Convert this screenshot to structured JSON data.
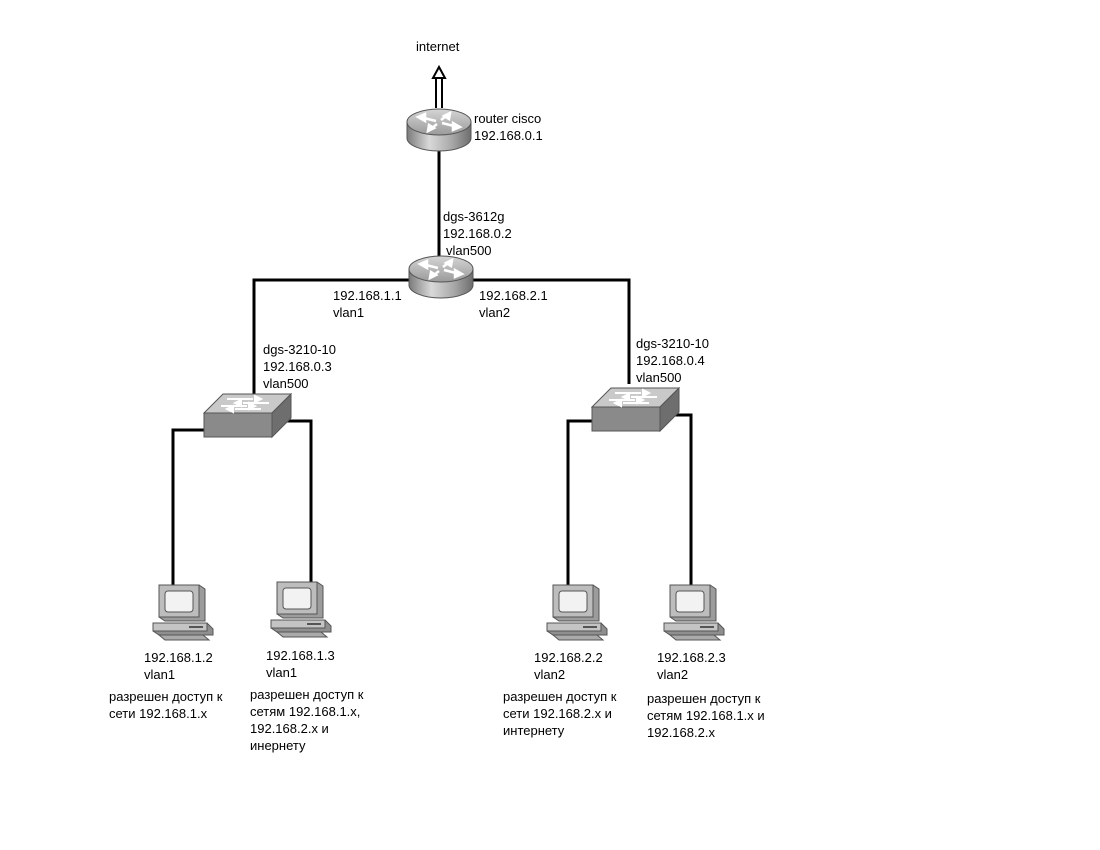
{
  "internet_label": "internet",
  "router": {
    "name": "router cisco",
    "ip": "192.168.0.1"
  },
  "core_switch": {
    "name": "dgs-3612g",
    "ip": "192.168.0.2",
    "vlan": "vlan500",
    "left_port": {
      "ip": "192.168.1.1",
      "vlan": "vlan1"
    },
    "right_port": {
      "ip": "192.168.2.1",
      "vlan": "vlan2"
    }
  },
  "switches": [
    {
      "name": "dgs-3210-10",
      "ip": "192.168.0.3",
      "vlan": "vlan500"
    },
    {
      "name": "dgs-3210-10",
      "ip": "192.168.0.4",
      "vlan": "vlan500"
    }
  ],
  "hosts": [
    {
      "ip": "192.168.1.2",
      "vlan": "vlan1",
      "note": [
        "разрешен доступ к",
        "сети 192.168.1.х"
      ]
    },
    {
      "ip": "192.168.1.3",
      "vlan": "vlan1",
      "note": [
        "разрешен доступ к",
        "сетям 192.168.1.х,",
        "192.168.2.х и",
        "инернету"
      ]
    },
    {
      "ip": "192.168.2.2",
      "vlan": "vlan2",
      "note": [
        "разрешен доступ к",
        "сети 192.168.2.х и",
        "интернету"
      ]
    },
    {
      "ip": "192.168.2.3",
      "vlan": "vlan2",
      "note": [
        "разрешен доступ к",
        "сетям 192.168.1.х и",
        "192.168.2.х"
      ]
    }
  ]
}
